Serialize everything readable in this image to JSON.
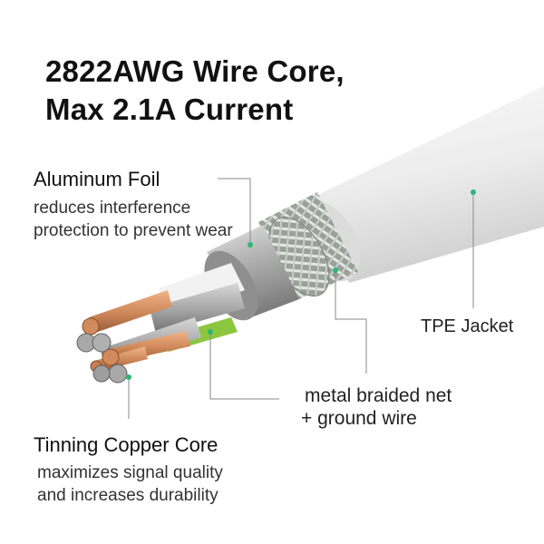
{
  "headline": {
    "line1": "2822AWG Wire Core,",
    "line2": "Max 2.1A Current"
  },
  "callouts": {
    "aluminum_foil": {
      "title": "Aluminum Foil",
      "desc1": "reduces interference",
      "desc2": "protection to prevent wear"
    },
    "tpe_jacket": {
      "title": "TPE Jacket"
    },
    "braided_net": {
      "line1": "metal braided net",
      "line2": "+ ground wire"
    },
    "tinning_core": {
      "title": "Tinning Copper Core",
      "desc1": "maximizes signal quality",
      "desc2": "and increases durability"
    }
  },
  "colors": {
    "marker_dot": "#2bb673",
    "jacket": "#eeeeee",
    "copper": "#d08a5c",
    "ground_wire": "#8cc63f",
    "leader_line": "#888888"
  }
}
